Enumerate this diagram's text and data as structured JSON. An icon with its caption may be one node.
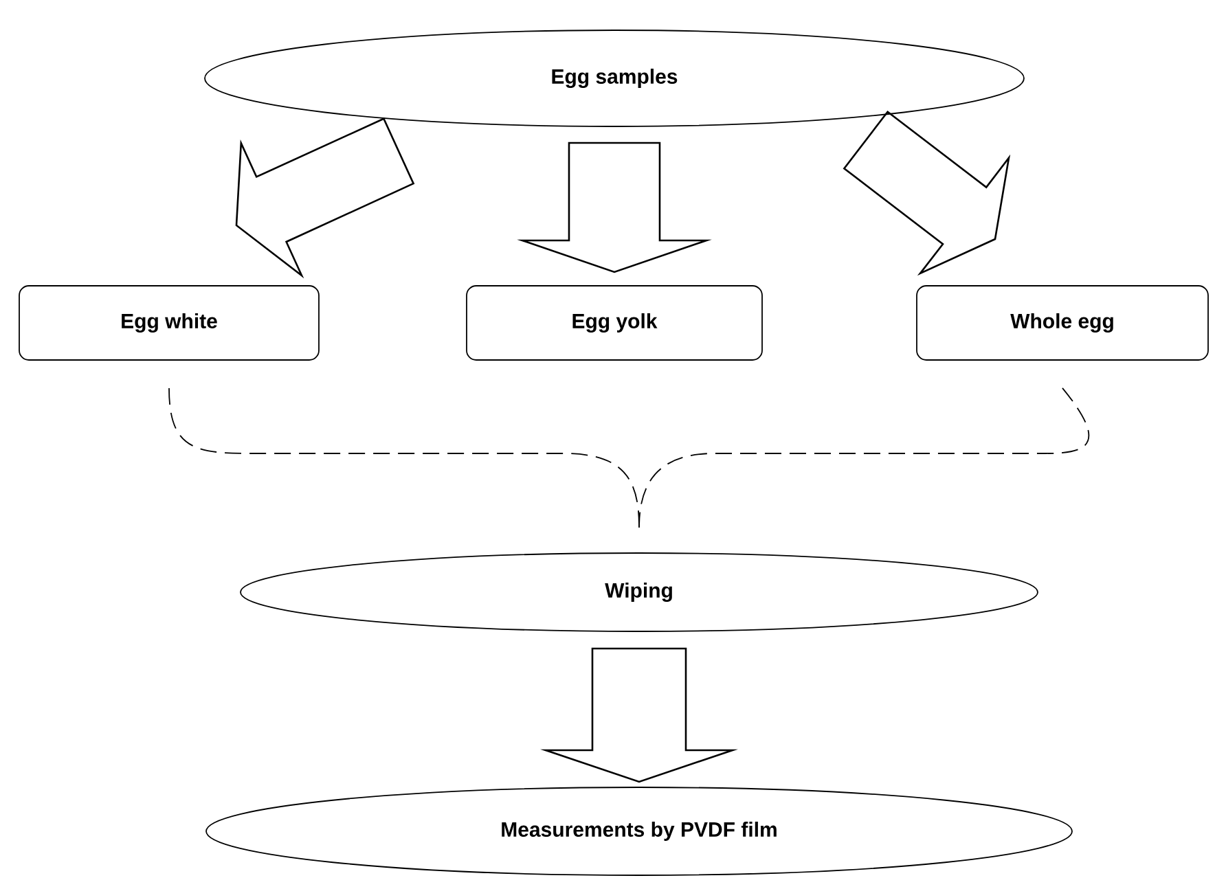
{
  "diagram": {
    "nodes": [
      {
        "text": [
          "Egg samples"
        ]
      },
      {
        "text": [
          "Egg white"
        ]
      },
      {
        "text": [
          "Egg yolk"
        ]
      },
      {
        "text": [
          "Whole egg"
        ]
      },
      {
        "text": [
          "Wiping"
        ]
      },
      {
        "text": [
          "Measurements by PVDF film"
        ]
      }
    ],
    "edges": [
      {
        "from": 0,
        "to": 1,
        "arrow": "to",
        "style": "thick"
      },
      {
        "from": 0,
        "to": 2,
        "arrow": "to",
        "style": "thick"
      },
      {
        "from": 0,
        "to": 3,
        "arrow": "to",
        "style": "thick"
      },
      {
        "from": 1,
        "to": 4,
        "arrow": "none",
        "style": "dashed"
      },
      {
        "from": 3,
        "to": 4,
        "arrow": "none",
        "style": "dashed"
      },
      {
        "from": 4,
        "to": 5,
        "arrow": "to",
        "style": "thick"
      }
    ]
  }
}
